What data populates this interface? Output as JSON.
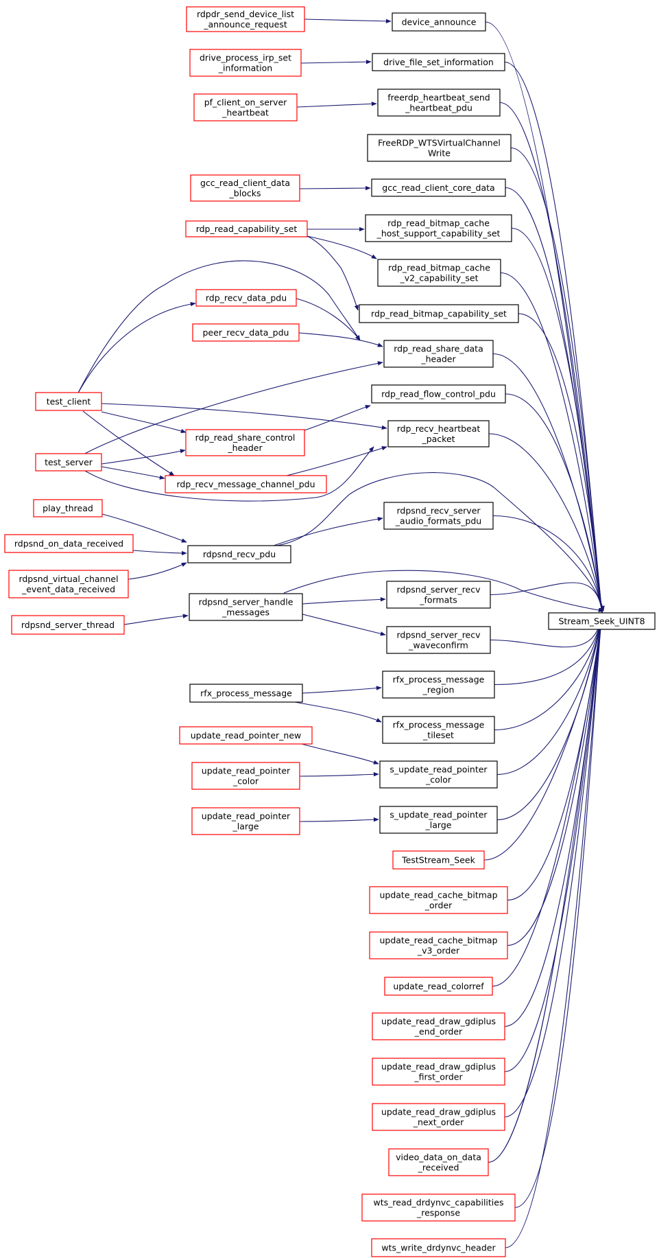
{
  "colors": {
    "edge": "#191970",
    "border_normal": "#000000",
    "border_red": "#ff0000",
    "target_fill": "#bfbfbf"
  },
  "nodes": [
    {
      "id": "rdpdr_send",
      "lines": [
        "rdpdr_send_device_list",
        "_announce_request"
      ],
      "style": "red"
    },
    {
      "id": "drive_process",
      "lines": [
        "drive_process_irp_set",
        "_information"
      ],
      "style": "red"
    },
    {
      "id": "pf_client",
      "lines": [
        "pf_client_on_server",
        "_heartbeat"
      ],
      "style": "red"
    },
    {
      "id": "gcc_read_blocks",
      "lines": [
        "gcc_read_client_data",
        "_blocks"
      ],
      "style": "red"
    },
    {
      "id": "rdp_read_capability",
      "lines": [
        "rdp_read_capability_set"
      ],
      "style": "red"
    },
    {
      "id": "rdp_recv_data_pdu",
      "lines": [
        "rdp_recv_data_pdu"
      ],
      "style": "red"
    },
    {
      "id": "peer_recv_data_pdu",
      "lines": [
        "peer_recv_data_pdu"
      ],
      "style": "red"
    },
    {
      "id": "test_client",
      "lines": [
        "test_client"
      ],
      "style": "red"
    },
    {
      "id": "test_server",
      "lines": [
        "test_server"
      ],
      "style": "red"
    },
    {
      "id": "rdp_read_share_control",
      "lines": [
        "rdp_read_share_control",
        "_header"
      ],
      "style": "red"
    },
    {
      "id": "rdp_recv_message_channel",
      "lines": [
        "rdp_recv_message_channel_pdu"
      ],
      "style": "red"
    },
    {
      "id": "play_thread",
      "lines": [
        "play_thread"
      ],
      "style": "red"
    },
    {
      "id": "rdpsnd_on_data",
      "lines": [
        "rdpsnd_on_data_received"
      ],
      "style": "red"
    },
    {
      "id": "rdpsnd_virtual",
      "lines": [
        "rdpsnd_virtual_channel",
        "_event_data_received"
      ],
      "style": "red"
    },
    {
      "id": "rdpsnd_server_thread",
      "lines": [
        "rdpsnd_server_thread"
      ],
      "style": "red"
    },
    {
      "id": "rdpsnd_recv_pdu",
      "lines": [
        "rdpsnd_recv_pdu"
      ],
      "style": "normal"
    },
    {
      "id": "rdpsnd_server_handle",
      "lines": [
        "rdpsnd_server_handle",
        "_messages"
      ],
      "style": "normal"
    },
    {
      "id": "rfx_process_message",
      "lines": [
        "rfx_process_message"
      ],
      "style": "normal"
    },
    {
      "id": "update_read_pointer_new",
      "lines": [
        "update_read_pointer_new"
      ],
      "style": "red"
    },
    {
      "id": "update_read_pointer_color",
      "lines": [
        "update_read_pointer",
        "_color"
      ],
      "style": "red"
    },
    {
      "id": "update_read_pointer_large",
      "lines": [
        "update_read_pointer",
        "_large"
      ],
      "style": "red"
    },
    {
      "id": "device_announce",
      "lines": [
        "device_announce"
      ],
      "style": "normal"
    },
    {
      "id": "drive_file_set",
      "lines": [
        "drive_file_set_information"
      ],
      "style": "normal"
    },
    {
      "id": "freerdp_heartbeat",
      "lines": [
        "freerdp_heartbeat_send",
        "_heartbeat_pdu"
      ],
      "style": "normal"
    },
    {
      "id": "freerdp_wts",
      "lines": [
        "FreeRDP_WTSVirtualChannel",
        "Write"
      ],
      "style": "normal"
    },
    {
      "id": "gcc_read_core",
      "lines": [
        "gcc_read_client_core_data"
      ],
      "style": "normal"
    },
    {
      "id": "rdp_bitmap_cache_host",
      "lines": [
        "rdp_read_bitmap_cache",
        "_host_support_capability_set"
      ],
      "style": "normal"
    },
    {
      "id": "rdp_bitmap_cache_v2",
      "lines": [
        "rdp_read_bitmap_cache",
        "_v2_capability_set"
      ],
      "style": "normal"
    },
    {
      "id": "rdp_bitmap_capability",
      "lines": [
        "rdp_read_bitmap_capability_set"
      ],
      "style": "normal"
    },
    {
      "id": "rdp_share_data",
      "lines": [
        "rdp_read_share_data",
        "_header"
      ],
      "style": "normal"
    },
    {
      "id": "rdp_flow_control",
      "lines": [
        "rdp_read_flow_control_pdu"
      ],
      "style": "normal"
    },
    {
      "id": "rdp_heartbeat",
      "lines": [
        "rdp_recv_heartbeat",
        "_packet"
      ],
      "style": "normal"
    },
    {
      "id": "rdpsnd_audio_formats",
      "lines": [
        "rdpsnd_recv_server",
        "_audio_formats_pdu"
      ],
      "style": "normal"
    },
    {
      "id": "rdpsnd_recv_formats",
      "lines": [
        "rdpsnd_server_recv",
        "_formats"
      ],
      "style": "normal"
    },
    {
      "id": "rdpsnd_waveconfirm",
      "lines": [
        "rdpsnd_server_recv",
        "_waveconfirm"
      ],
      "style": "normal"
    },
    {
      "id": "rfx_region",
      "lines": [
        "rfx_process_message",
        "_region"
      ],
      "style": "normal"
    },
    {
      "id": "rfx_tileset",
      "lines": [
        "rfx_process_message",
        "_tileset"
      ],
      "style": "normal"
    },
    {
      "id": "s_update_color",
      "lines": [
        "s_update_read_pointer",
        "_color"
      ],
      "style": "normal"
    },
    {
      "id": "s_update_large",
      "lines": [
        "s_update_read_pointer",
        "_large"
      ],
      "style": "normal"
    },
    {
      "id": "teststream_seek",
      "lines": [
        "TestStream_Seek"
      ],
      "style": "red"
    },
    {
      "id": "update_cache_bitmap",
      "lines": [
        "update_read_cache_bitmap",
        "_order"
      ],
      "style": "red"
    },
    {
      "id": "update_cache_bitmap_v3",
      "lines": [
        "update_read_cache_bitmap",
        "_v3_order"
      ],
      "style": "red"
    },
    {
      "id": "update_colorref",
      "lines": [
        "update_read_colorref"
      ],
      "style": "red"
    },
    {
      "id": "gdiplus_end",
      "lines": [
        "update_read_draw_gdiplus",
        "_end_order"
      ],
      "style": "red"
    },
    {
      "id": "gdiplus_first",
      "lines": [
        "update_read_draw_gdiplus",
        "_first_order"
      ],
      "style": "red"
    },
    {
      "id": "gdiplus_next",
      "lines": [
        "update_read_draw_gdiplus",
        "_next_order"
      ],
      "style": "red"
    },
    {
      "id": "video_data",
      "lines": [
        "video_data_on_data",
        "_received"
      ],
      "style": "red"
    },
    {
      "id": "wts_read_caps",
      "lines": [
        "wts_read_drdynvc_capabilities",
        "_response"
      ],
      "style": "red"
    },
    {
      "id": "wts_write_header",
      "lines": [
        "wts_write_drdynvc_header"
      ],
      "style": "red"
    },
    {
      "id": "stream_seek",
      "lines": [
        "Stream_Seek_UINT8"
      ],
      "style": "target"
    }
  ]
}
